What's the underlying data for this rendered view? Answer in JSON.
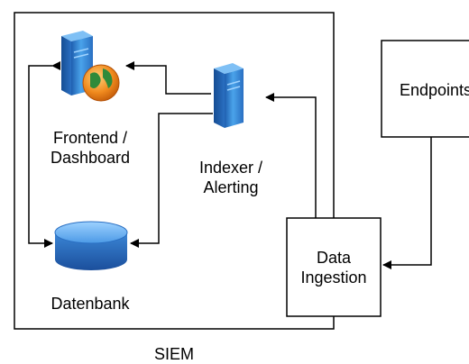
{
  "siem": {
    "label": "SIEM"
  },
  "nodes": {
    "frontend": {
      "line1": "Frontend /",
      "line2": "Dashboard",
      "icon": "server-with-globe-icon"
    },
    "indexer": {
      "line1": "Indexer /",
      "line2": "Alerting",
      "icon": "server-icon"
    },
    "database": {
      "label": "Datenbank",
      "icon": "database-cylinder-icon"
    },
    "endpoints": {
      "label": "Endpoints"
    },
    "ingestion": {
      "line1": "Data",
      "line2": "Ingestion"
    }
  },
  "colors": {
    "server_blue": "#3a8fd8",
    "db_blue": "#2f74c7",
    "globe_orange": "#f08a1e",
    "line": "#000000"
  }
}
